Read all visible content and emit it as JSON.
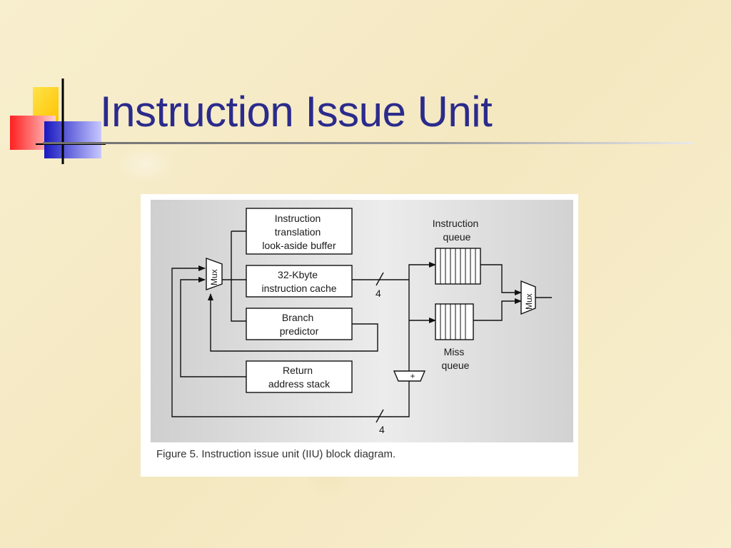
{
  "slide": {
    "title": "Instruction Issue Unit",
    "caption": "Figure 5. Instruction issue unit (IIU) block diagram."
  },
  "diagram": {
    "blocks": {
      "itlb": [
        "Instruction",
        "translation",
        "look-aside buffer"
      ],
      "icache": [
        "32-Kbyte",
        "instruction cache"
      ],
      "branch": [
        "Branch",
        "predictor"
      ],
      "ras": [
        "Return",
        "address stack"
      ]
    },
    "queues": {
      "instruction_queue": [
        "Instruction",
        "queue"
      ],
      "miss_queue": [
        "Miss",
        "queue"
      ]
    },
    "mux_left_label": "Mux",
    "mux_right_label": "Mux",
    "adder_label": "+",
    "bus_width_top": "4",
    "bus_width_bottom": "4"
  },
  "colors": {
    "title": "#2b2b8c",
    "slide_background": "#f7edc9",
    "diagram_background": "#dcdcdc",
    "logo_yellow": "#ffd400",
    "logo_red": "#ff3a3a",
    "logo_blue": "#2424c8"
  }
}
